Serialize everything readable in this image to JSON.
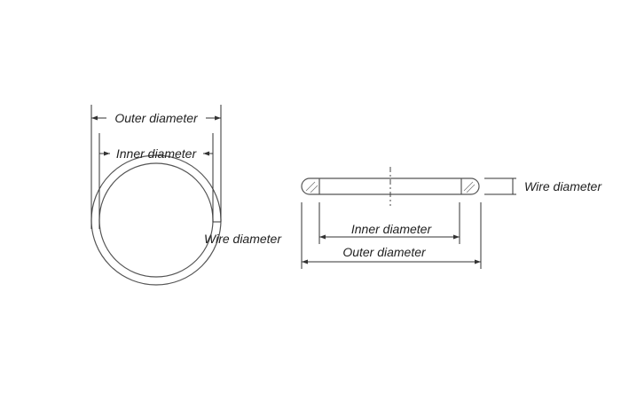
{
  "front_view": {
    "outer_label": "Outer diameter",
    "inner_label": "Inner diameter",
    "wire_label": "Wire diameter"
  },
  "side_view": {
    "inner_label": "Inner diameter",
    "outer_label": "Outer diameter",
    "wire_label": "Wire diameter"
  }
}
